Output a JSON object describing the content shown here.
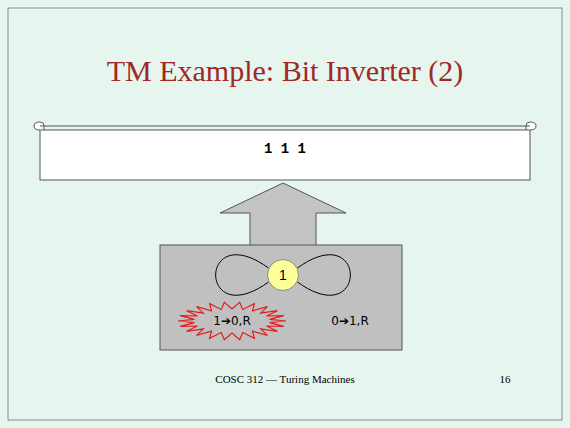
{
  "diagram": {
    "title": "TM Example: Bit Inverter (2)",
    "nodes": [
      {
        "text": [
          "1 1 1"
        ]
      },
      {
        "text": [
          "1"
        ]
      }
    ],
    "edges": [
      {
        "from": 1,
        "to": 1,
        "arrow": "none",
        "label": "1➔0,R"
      },
      {
        "from": 1,
        "to": 1,
        "arrow": "none",
        "label": "0➔1,R"
      }
    ],
    "labels": [
      "COSC 312 — Turing Machines",
      "16"
    ]
  }
}
